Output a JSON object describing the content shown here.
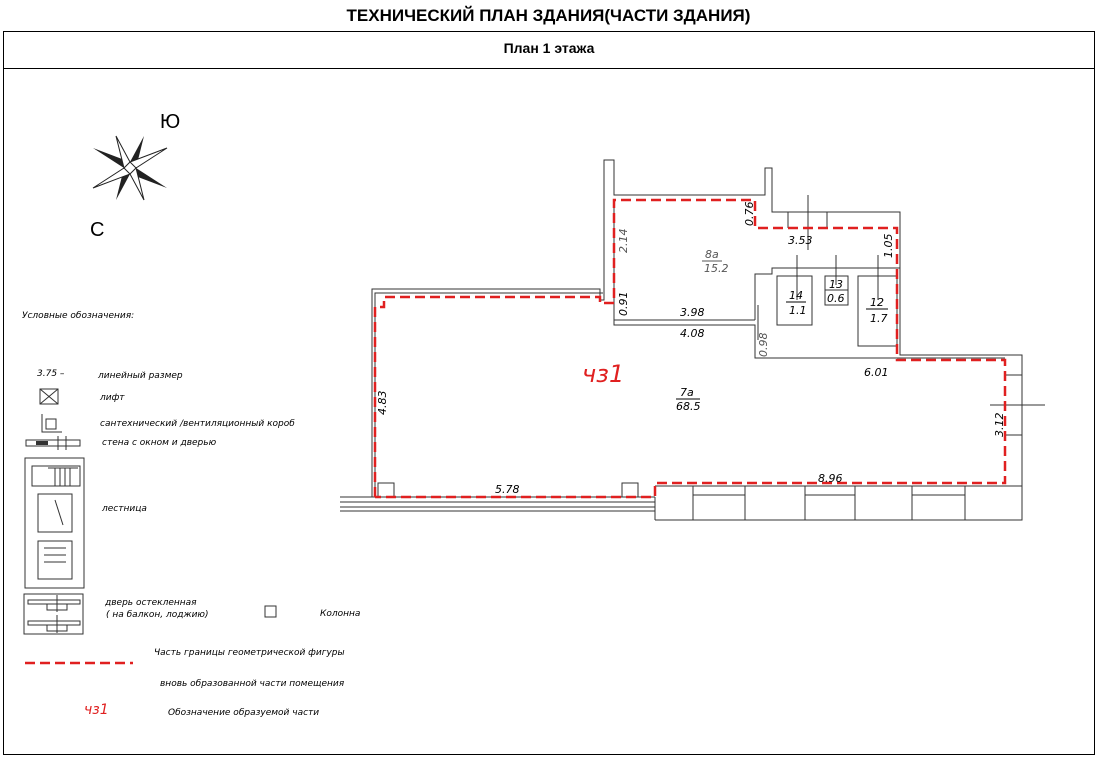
{
  "title": "ТЕХНИЧЕСКИЙ ПЛАН ЗДАНИЯ(ЧАСТИ ЗДАНИЯ)",
  "subtitle": "План 1 этажа",
  "compass": {
    "south": "Ю",
    "north": "С"
  },
  "rooms": [
    {
      "number": "8а",
      "area": "15.2"
    },
    {
      "number": "7а",
      "area": "68.5"
    },
    {
      "number": "14",
      "area": "1.1"
    },
    {
      "number": "13",
      "area": "0.6"
    },
    {
      "number": "12",
      "area": "1.7"
    }
  ],
  "part_label": "чз1",
  "dimensions": [
    "2.14",
    "0.76",
    "3.53",
    "1.05",
    "0.91",
    "3.98",
    "4.08",
    "0.98",
    "6.01",
    "4.83",
    "3.12",
    "5.78",
    "8.96"
  ],
  "colors": {
    "boundary": "#e02020",
    "lines": "#333333"
  },
  "legend": {
    "heading": "Условные обозначения:",
    "sample_dim": "3.75 –",
    "items": [
      "линейный размер",
      "лифт",
      "сантехнический /вентиляционный короб",
      "стена с окном и дверью",
      "лестница",
      "дверь остекленная",
      "( на балкон, лоджию)",
      "Колонна",
      "Часть границы геометрической  фигуры",
      "вновь образованной части помещения",
      "Обозначение образуемой части"
    ],
    "part_sample": "чз1"
  }
}
